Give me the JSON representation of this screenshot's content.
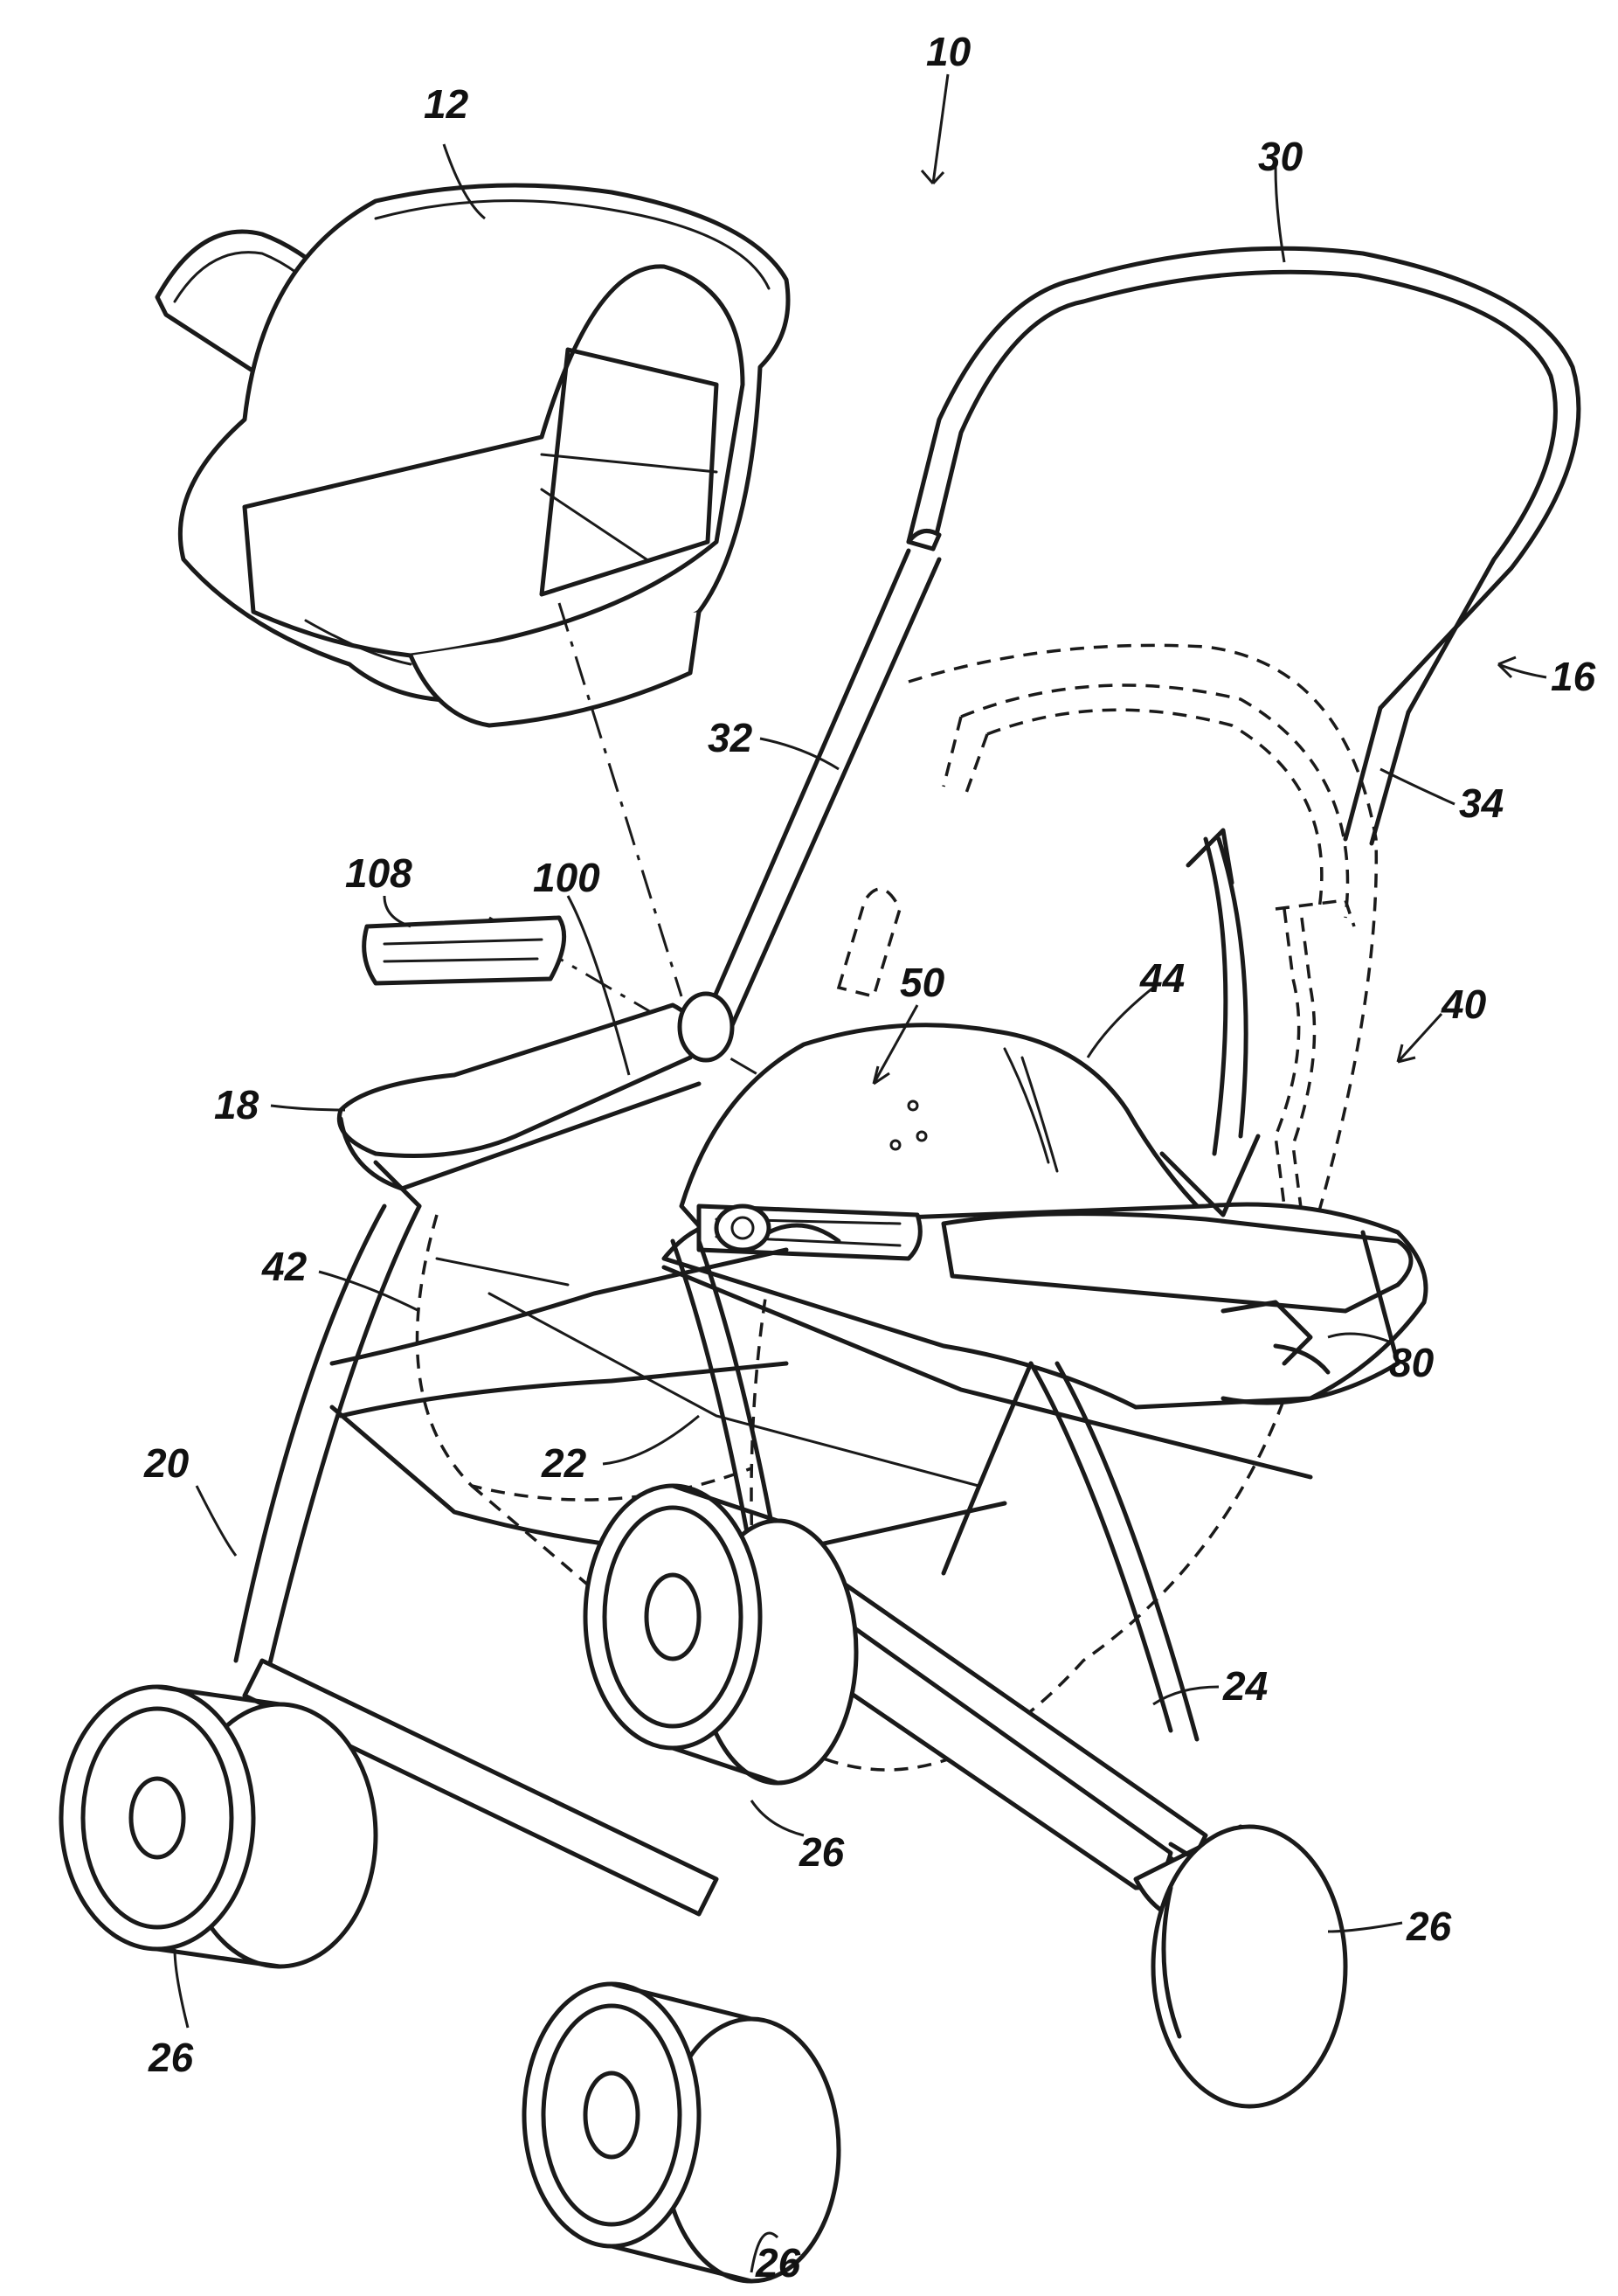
{
  "figure": {
    "reference_numerals": {
      "assembly": "10",
      "car_seat": "12",
      "canopy_frame": "16",
      "tray": "18",
      "front_leg": "20",
      "middle_leg": "22",
      "rear_leg": "24",
      "wheel_front_left": "26",
      "wheel_rear_left": "26",
      "wheel_front_right": "26",
      "wheel_rear_right": "26",
      "handle": "30",
      "handle_tube_left": "32",
      "handle_tube_right": "34",
      "seat_assembly": "40",
      "basket_fabric": "42",
      "seat_back": "44",
      "adapter": "50",
      "latch": "80",
      "receiver": "100",
      "insert": "108"
    }
  }
}
